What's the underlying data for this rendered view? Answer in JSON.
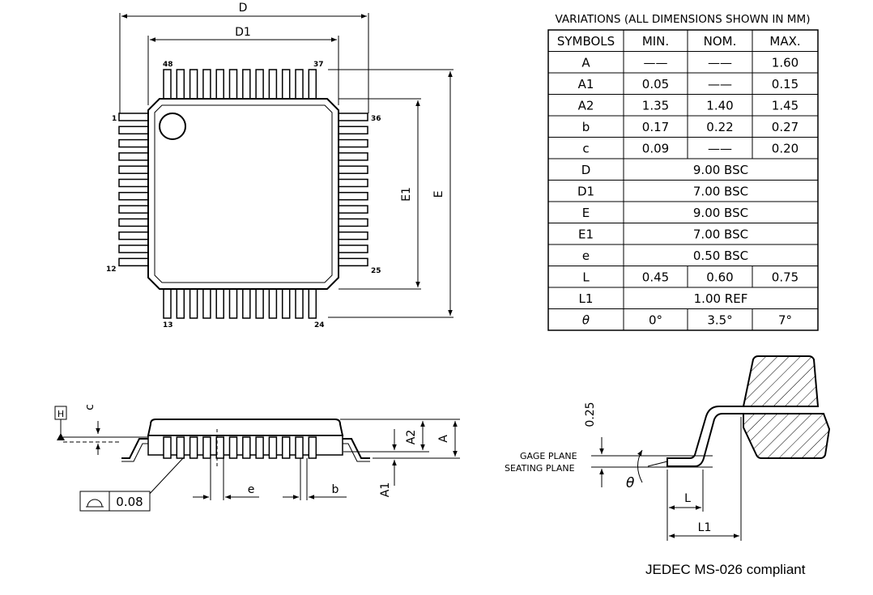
{
  "top_view": {
    "dim_D": "D",
    "dim_D1": "D1",
    "dim_E": "E",
    "dim_E1": "E1",
    "pin_labels": {
      "p1": "1",
      "p12": "12",
      "p13": "13",
      "p24": "24",
      "p25": "25",
      "p36": "36",
      "p37": "37",
      "p48": "48"
    }
  },
  "table": {
    "title": "VARIATIONS (ALL DIMENSIONS SHOWN IN MM)",
    "headers": [
      "SYMBOLS",
      "MIN.",
      "NOM.",
      "MAX."
    ],
    "rows": [
      {
        "sym": "A",
        "min": "——",
        "nom": "——",
        "max": "1.60"
      },
      {
        "sym": "A1",
        "min": "0.05",
        "nom": "——",
        "max": "0.15"
      },
      {
        "sym": "A2",
        "min": "1.35",
        "nom": "1.40",
        "max": "1.45"
      },
      {
        "sym": "b",
        "min": "0.17",
        "nom": "0.22",
        "max": "0.27"
      },
      {
        "sym": "c",
        "min": "0.09",
        "nom": "——",
        "max": "0.20"
      },
      {
        "sym": "D",
        "span": "9.00  BSC"
      },
      {
        "sym": "D1",
        "span": "7.00  BSC"
      },
      {
        "sym": "E",
        "span": "9.00  BSC"
      },
      {
        "sym": "E1",
        "span": "7.00  BSC"
      },
      {
        "sym": "e",
        "span": "0.50  BSC"
      },
      {
        "sym": "L",
        "min": "0.45",
        "nom": "0.60",
        "max": "0.75"
      },
      {
        "sym": "L1",
        "span": "1.00  REF"
      },
      {
        "sym": "θ",
        "min": "0°",
        "nom": "3.5°",
        "max": "7°"
      }
    ]
  },
  "side_view": {
    "datum": "H",
    "dim_c": "c",
    "dim_A": "A",
    "dim_A1": "A1",
    "dim_A2": "A2",
    "dim_e": "e",
    "dim_b": "b",
    "tolerance": "0.08"
  },
  "detail_view": {
    "dim_025": "0.25",
    "gage_plane": "GAGE  PLANE",
    "seating_plane": "SEATING  PLANE",
    "theta": "θ",
    "dim_L": "L",
    "dim_L1": "L1"
  },
  "caption": "JEDEC MS-026 compliant"
}
